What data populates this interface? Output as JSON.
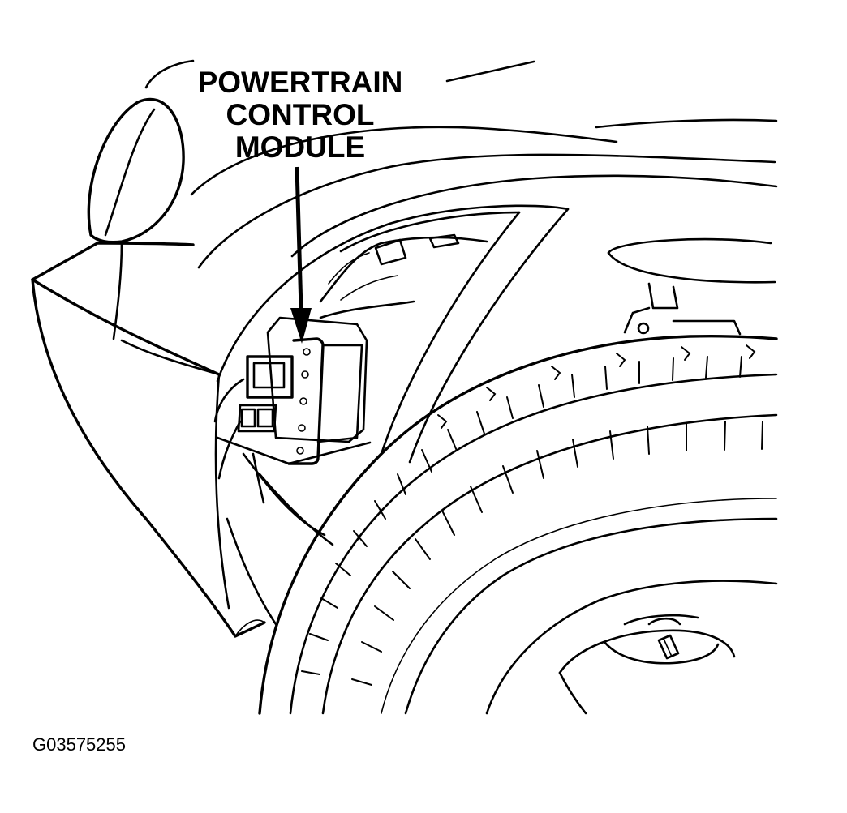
{
  "diagram": {
    "callout": {
      "lines": [
        "POWERTRAIN",
        "CONTROL",
        "MODULE"
      ]
    },
    "figure_id": "G03575255",
    "colors": {
      "ink": "#000000",
      "paper": "#ffffff"
    }
  }
}
